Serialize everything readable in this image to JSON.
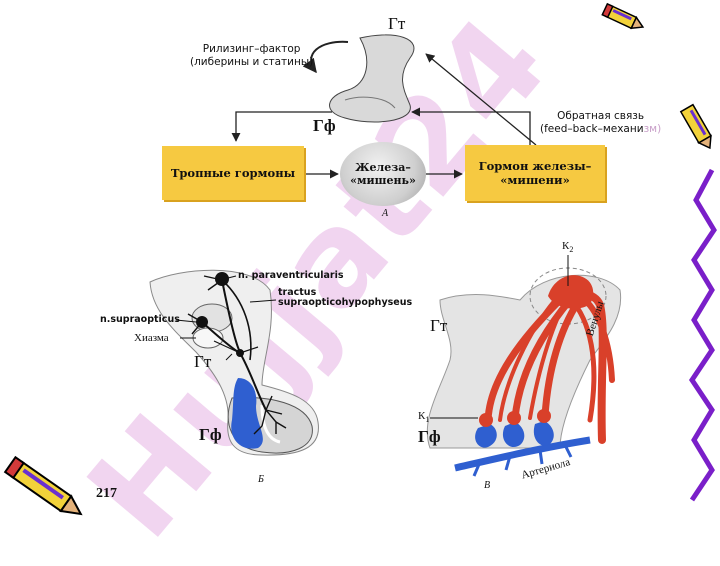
{
  "diagram_a": {
    "gt_label": "Гт",
    "gf_label": "Гф",
    "releasing_line1": "Рилизинг–фактор",
    "releasing_line2": "(либерины и статины)",
    "feedback_line1": "Обратная связь",
    "feedback_line2": "(feed–back–механи",
    "feedback_line2_faded": "зм)",
    "box_tropic": "Тропные гормоны",
    "gland_line1": "Железа–",
    "gland_line2": "«мишень»",
    "box_hormone_line1": "Гормон железы–",
    "box_hormone_line2": "«мишени»",
    "caption": "А"
  },
  "diagram_b": {
    "paraventricular": "n. paraventricularis",
    "tractus_line1": "tractus",
    "tractus_line2": "supraopticohypophyseus",
    "supraopticus": "n.supraopticus",
    "chiasm": "Хиазма",
    "gt_label": "Гт",
    "gf_label": "Гф",
    "caption": "Б"
  },
  "diagram_c": {
    "k2": "К",
    "k2_sub": "2",
    "gt_label": "Гт",
    "venules": "Венулы",
    "k1": "К",
    "k1_sub": "1",
    "gf_label": "Гф",
    "arteriole": "Артериола",
    "caption": "В"
  },
  "page_number": "217",
  "watermark": "Hujjat24",
  "colors": {
    "box_fill": "#f6c941",
    "artery_red": "#d9402a",
    "vein_blue": "#2f5fd0",
    "decor_purple": "#7a1fc9"
  }
}
